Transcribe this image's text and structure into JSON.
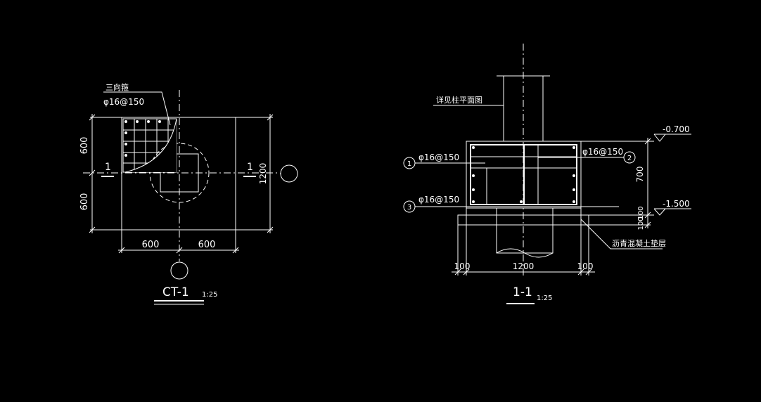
{
  "background_color": "#000000",
  "line_color": "#ffffff",
  "plan": {
    "title": "CT-1",
    "scale": "1:25",
    "rebar_note_title": "三向箍",
    "rebar_note_spec": "φ16@150",
    "dim_top_half": "600",
    "dim_bottom_half": "600",
    "dim_total_height": "1200",
    "dim_left_half": "600",
    "dim_right_half": "600",
    "section_mark_left": "1",
    "section_mark_right": "1"
  },
  "section": {
    "title": "1-1",
    "scale": "1:25",
    "column_note": "详见柱平面图",
    "rebar_1_spec": "φ16@150",
    "rebar_1_tag": "1",
    "rebar_2_spec": "φ16@150",
    "rebar_2_tag": "2",
    "rebar_3_spec": "φ16@150",
    "rebar_3_tag": "3",
    "elevation_top": "-0.700",
    "elevation_bottom": "-1.500",
    "dim_cap_height": "700",
    "dim_cushion_1": "100",
    "dim_cushion_2": "100",
    "dim_width": "1200",
    "dim_left_overhang": "100",
    "dim_right_overhang": "100",
    "cushion_note": "沥青混凝土垫层"
  }
}
